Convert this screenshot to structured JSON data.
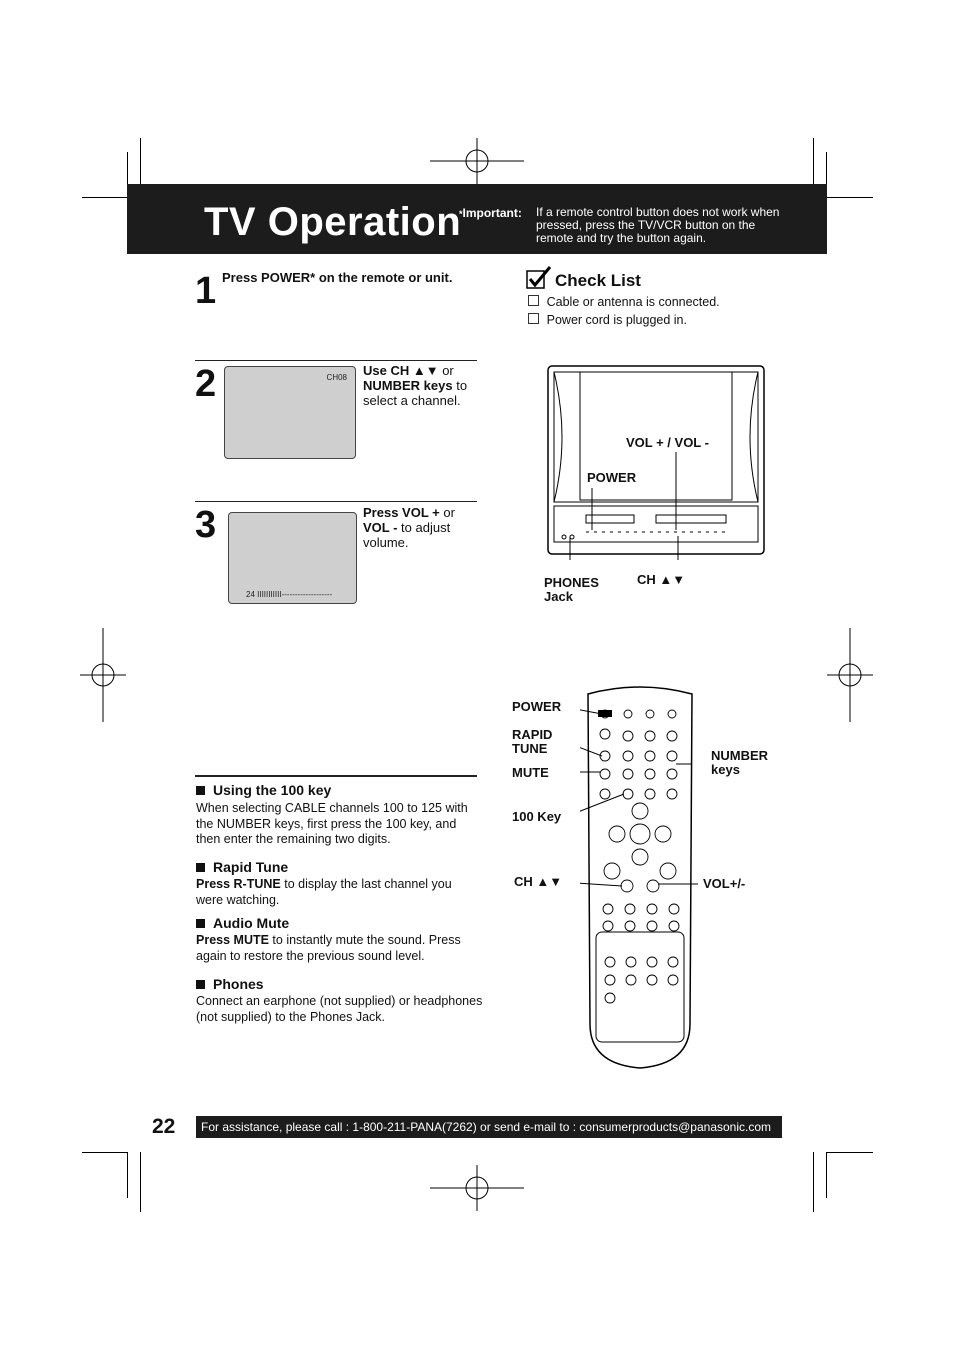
{
  "header": {
    "title": "TV Operation",
    "important_label": "Important:",
    "important_text": "If a remote control button does not work when pressed, press the TV/VCR button on the remote and try the button again."
  },
  "steps": [
    {
      "number": "1",
      "text_bold": "Press POWER* on the remote or unit."
    },
    {
      "number": "2",
      "screen_osd": "CH08",
      "line1_bold": "Use CH ▲▼",
      "line1_tail": " or",
      "line2_bold": "NUMBER keys",
      "line2_tail": " to",
      "line3": "select a channel."
    },
    {
      "number": "3",
      "screen_osd": "24  IIIIIIIIIII-------------------",
      "line1_bold": "Press VOL +",
      "line1_tail": " or",
      "line2_bold": "VOL -",
      "line2_tail": " to adjust",
      "line3": "volume."
    }
  ],
  "checklist": {
    "title": "Check List",
    "items": [
      "Cable or antenna is connected.",
      "Power cord is plugged in."
    ]
  },
  "tv_labels": {
    "vol": "VOL + / VOL -",
    "power": "POWER",
    "phones": "PHONES",
    "jack": "Jack",
    "ch": "CH ▲▼"
  },
  "remote_labels": {
    "power": "POWER",
    "rapid": "RAPID",
    "tune": "TUNE",
    "mute": "MUTE",
    "key100": "100 Key",
    "ch": "CH ▲▼",
    "number": "NUMBER",
    "keys": "keys",
    "vol": "VOL+/-"
  },
  "sections": [
    {
      "title": "Using the 100 key",
      "body": "When selecting CABLE channels 100 to 125 with the NUMBER keys, first press the 100 key, and then enter the remaining two digits."
    },
    {
      "title": "Rapid Tune",
      "body_bold": "Press R-TUNE",
      "body": " to display the last channel you were watching."
    },
    {
      "title": "Audio Mute",
      "body_bold": "Press MUTE",
      "body": " to instantly mute the sound. Press again to restore the previous sound level."
    },
    {
      "title": "Phones",
      "body": "Connect an earphone (not supplied) or headphones (not supplied) to the Phones Jack."
    }
  ],
  "footer": {
    "page_number": "22",
    "text": "For assistance, please call : 1-800-211-PANA(7262) or send e-mail to : consumerproducts@panasonic.com"
  }
}
